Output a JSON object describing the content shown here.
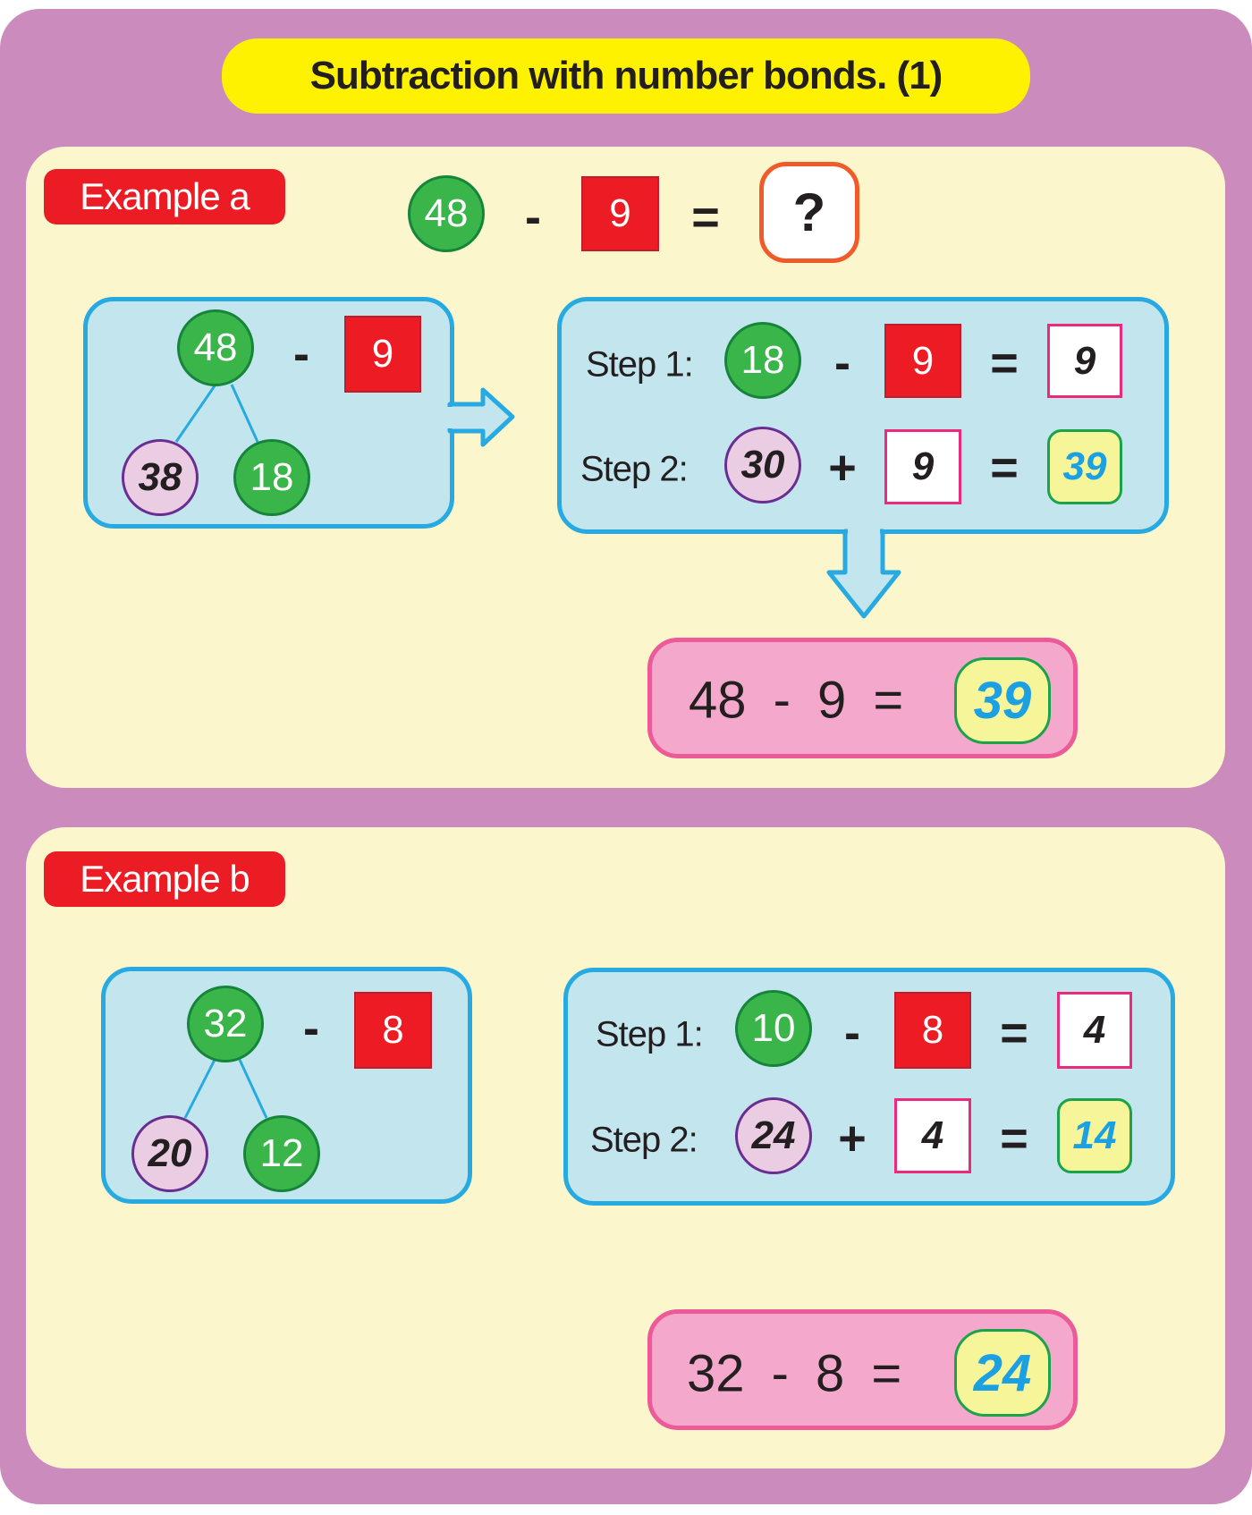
{
  "title": "Subtraction with number bonds. (1)",
  "example_a": {
    "label": "Example a",
    "problem": {
      "minuend": "48",
      "minus": "-",
      "subtrahend": "9",
      "equals": "=",
      "unknown": "?"
    },
    "bond": {
      "whole": "48",
      "minus": "-",
      "subtrahend": "9",
      "part_left": "38",
      "part_right": "18"
    },
    "step1": {
      "label": "Step 1:",
      "a": "18",
      "op": "-",
      "b": "9",
      "eq": "=",
      "result": "9"
    },
    "step2": {
      "label": "Step 2:",
      "a": "30",
      "op": "+",
      "b": "9",
      "eq": "=",
      "result": "39"
    },
    "answer": {
      "expression": "48 - 9 =",
      "result": "39"
    }
  },
  "example_b": {
    "label": "Example b",
    "bond": {
      "whole": "32",
      "minus": "-",
      "subtrahend": "8",
      "part_left": "20",
      "part_right": "12"
    },
    "step1": {
      "label": "Step 1:",
      "a": "10",
      "op": "-",
      "b": "8",
      "eq": "=",
      "result": "4"
    },
    "step2": {
      "label": "Step 2:",
      "a": "24",
      "op": "+",
      "b": "4",
      "eq": "=",
      "result": "14"
    },
    "answer": {
      "expression": "32 - 8 =",
      "result": "24"
    }
  }
}
